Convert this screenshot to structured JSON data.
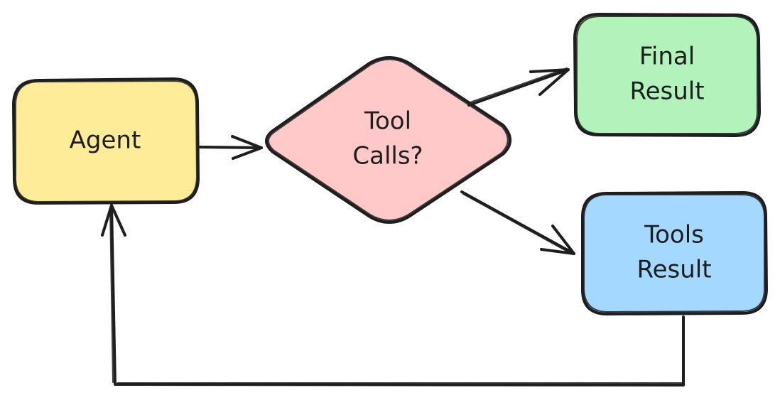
{
  "nodes": {
    "agent": {
      "label": "Agent",
      "color": "#ffec99"
    },
    "decision": {
      "label_line1": "Tool",
      "label_line2": "Calls?",
      "color": "#ffc9c9"
    },
    "final_result": {
      "label_line1": "Final",
      "label_line2": "Result",
      "color": "#b2f2bb"
    },
    "tools_result": {
      "label_line1": "Tools",
      "label_line2": "Result",
      "color": "#a5d8ff"
    }
  },
  "stroke_color": "#1e1e1e"
}
